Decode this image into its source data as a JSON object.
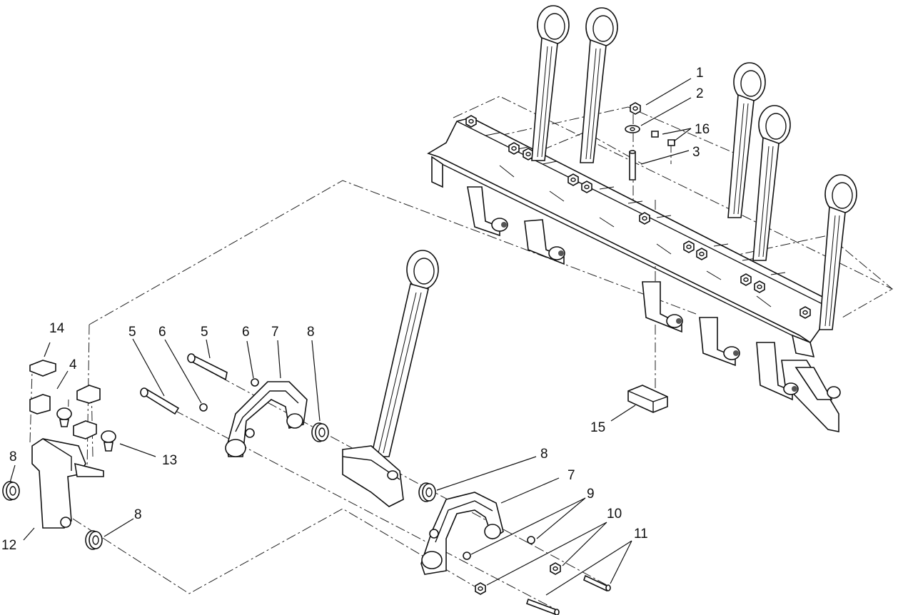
{
  "callouts": [
    {
      "id": "c1",
      "label": "1"
    },
    {
      "id": "c2",
      "label": "2"
    },
    {
      "id": "c3",
      "label": "3"
    },
    {
      "id": "c4",
      "label": "4"
    },
    {
      "id": "c5a",
      "label": "5"
    },
    {
      "id": "c5b",
      "label": "5"
    },
    {
      "id": "c6a",
      "label": "6"
    },
    {
      "id": "c6b",
      "label": "6"
    },
    {
      "id": "c7a",
      "label": "7"
    },
    {
      "id": "c7b",
      "label": "7"
    },
    {
      "id": "c8a",
      "label": "8"
    },
    {
      "id": "c8b",
      "label": "8"
    },
    {
      "id": "c8c",
      "label": "8"
    },
    {
      "id": "c8d",
      "label": "8"
    },
    {
      "id": "c9",
      "label": "9"
    },
    {
      "id": "c10",
      "label": "10"
    },
    {
      "id": "c11",
      "label": "11"
    },
    {
      "id": "c12",
      "label": "12"
    },
    {
      "id": "c13",
      "label": "13"
    },
    {
      "id": "c14",
      "label": "14"
    },
    {
      "id": "c15",
      "label": "15"
    },
    {
      "id": "c16",
      "label": "16"
    }
  ]
}
